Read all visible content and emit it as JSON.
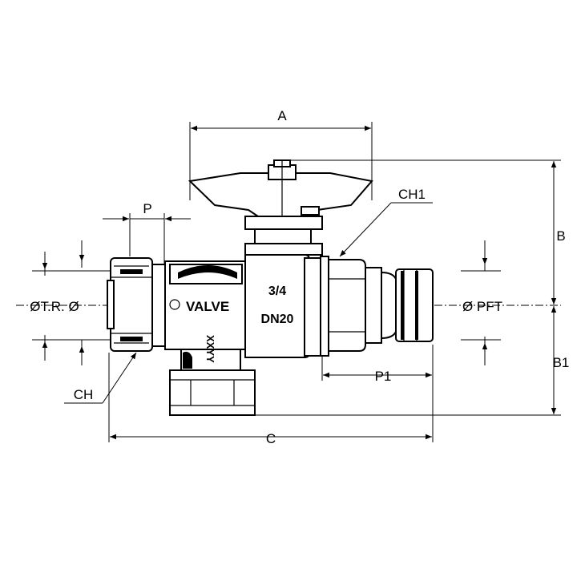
{
  "labels": {
    "A": "A",
    "B": "B",
    "B1": "B1",
    "C": "C",
    "P": "P",
    "P1": "P1",
    "CH": "CH",
    "CH1": "CH1",
    "tr": "ØT.R. Ø",
    "pft": "Ø PFT"
  },
  "markings": {
    "brand": "VALVE",
    "size": "3/4",
    "dn": "DN20",
    "side": "XXYY"
  }
}
